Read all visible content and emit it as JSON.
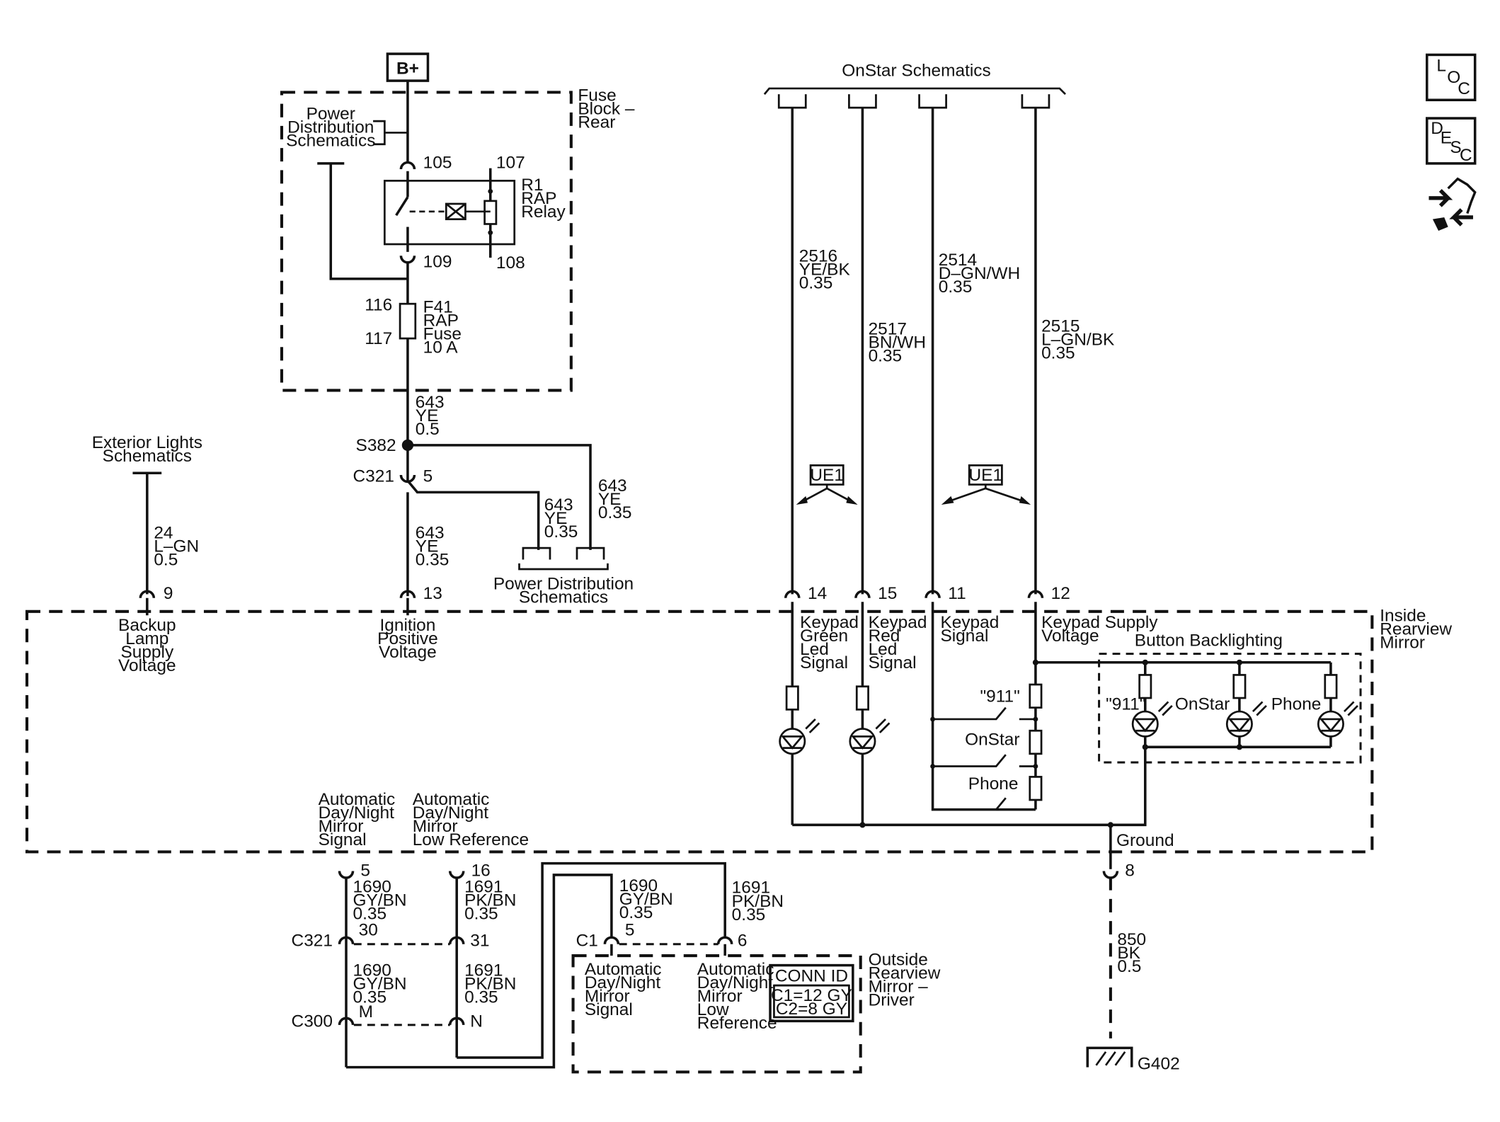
{
  "power": {
    "bplus": "B+",
    "pds_top": [
      "Power",
      "Distribution",
      "Schematics"
    ],
    "fuse_block": [
      "Fuse",
      "Block –",
      "Rear"
    ],
    "pin105": "105",
    "pin107": "107",
    "pin108": "108",
    "pin109": "109",
    "relay": [
      "R1",
      "RAP",
      "Relay"
    ],
    "pin116": "116",
    "pin117": "117",
    "fuse": [
      "F41",
      "RAP",
      "Fuse",
      "10 A"
    ],
    "w643a": [
      "643",
      "YE",
      "0.5"
    ],
    "s382": "S382",
    "c321": "C321",
    "c321_pin": "5",
    "w643b": [
      "643",
      "YE",
      "0.35"
    ],
    "w643c": [
      "643",
      "YE",
      "0.35"
    ],
    "w643d": [
      "643",
      "YE",
      "0.35"
    ],
    "pds_bottom": [
      "Power Distribution",
      "Schematics"
    ]
  },
  "backup": {
    "ext_lights": [
      "Exterior Lights",
      "Schematics"
    ],
    "w24": [
      "24",
      "L–GN",
      "0.5"
    ],
    "pin9": "9",
    "label": [
      "Backup",
      "Lamp",
      "Supply",
      "Voltage"
    ]
  },
  "ignition": {
    "pin13": "13",
    "label": [
      "Ignition",
      "Positive",
      "Voltage"
    ]
  },
  "onstar": {
    "title": "OnStar Schematics",
    "w2516": [
      "2516",
      "YE/BK",
      "0.35"
    ],
    "w2517": [
      "2517",
      "BN/WH",
      "0.35"
    ],
    "w2514": [
      "2514",
      "D–GN/WH",
      "0.35"
    ],
    "w2515": [
      "2515",
      "L–GN/BK",
      "0.35"
    ],
    "ue1a": "UE1",
    "ue1b": "UE1",
    "pin14": "14",
    "pin15": "15",
    "pin11": "11",
    "pin12": "12"
  },
  "mirror": {
    "title": [
      "Inside",
      "Rearview",
      "Mirror"
    ],
    "green": [
      "Keypad",
      "Green",
      "Led",
      "Signal"
    ],
    "red": [
      "Keypad",
      "Red",
      "Led",
      "Signal"
    ],
    "signal": [
      "Keypad",
      "Signal"
    ],
    "supply": [
      "Keypad Supply",
      "Voltage"
    ],
    "backlight": "Button Backlighting",
    "sw911": "\"911\"",
    "swonstar": "OnStar",
    "swphone": "Phone",
    "bl911": "\"911\"",
    "blonstar": "OnStar",
    "blphone": "Phone",
    "ground": "Ground"
  },
  "auto": {
    "sig_label": [
      "Automatic",
      "Day/Night",
      "Mirror",
      "Signal"
    ],
    "low_label": [
      "Automatic",
      "Day/Night",
      "Mirror",
      "Low Reference"
    ],
    "pin5": "5",
    "pin16": "16",
    "w1690a": [
      "1690",
      "GY/BN",
      "0.35"
    ],
    "w1691a": [
      "1691",
      "PK/BN",
      "0.35"
    ],
    "c321": "C321",
    "pin30": "30",
    "pin31": "31",
    "w1690b": [
      "1690",
      "GY/BN",
      "0.35"
    ],
    "w1691b": [
      "1691",
      "PK/BN",
      "0.35"
    ],
    "c300": "C300",
    "pinM": "M",
    "pinN": "N",
    "w1690c": [
      "1690",
      "GY/BN",
      "0.35"
    ],
    "w1691c": [
      "1691",
      "PK/BN",
      "0.35"
    ],
    "c1": "C1",
    "c1pin5": "5",
    "c1pin6": "6",
    "out_sig": [
      "Automatic",
      "Day/Night",
      "Mirror",
      "Signal"
    ],
    "out_low": [
      "Automatic",
      "Day/Night",
      "Mirror",
      "Low",
      "Reference"
    ],
    "outside": [
      "Outside",
      "Rearview",
      "Mirror –",
      "Driver"
    ],
    "conn_id": "CONN ID",
    "c1id": "C1=12 GY",
    "c2id": "C2=8 GY"
  },
  "ground": {
    "pin8": "8",
    "w850": [
      "850",
      "BK",
      "0.5"
    ],
    "g402": "G402"
  },
  "nav": {
    "loc": [
      "L",
      "O",
      "C"
    ],
    "desc": [
      "D",
      "E",
      "S",
      "C"
    ]
  }
}
